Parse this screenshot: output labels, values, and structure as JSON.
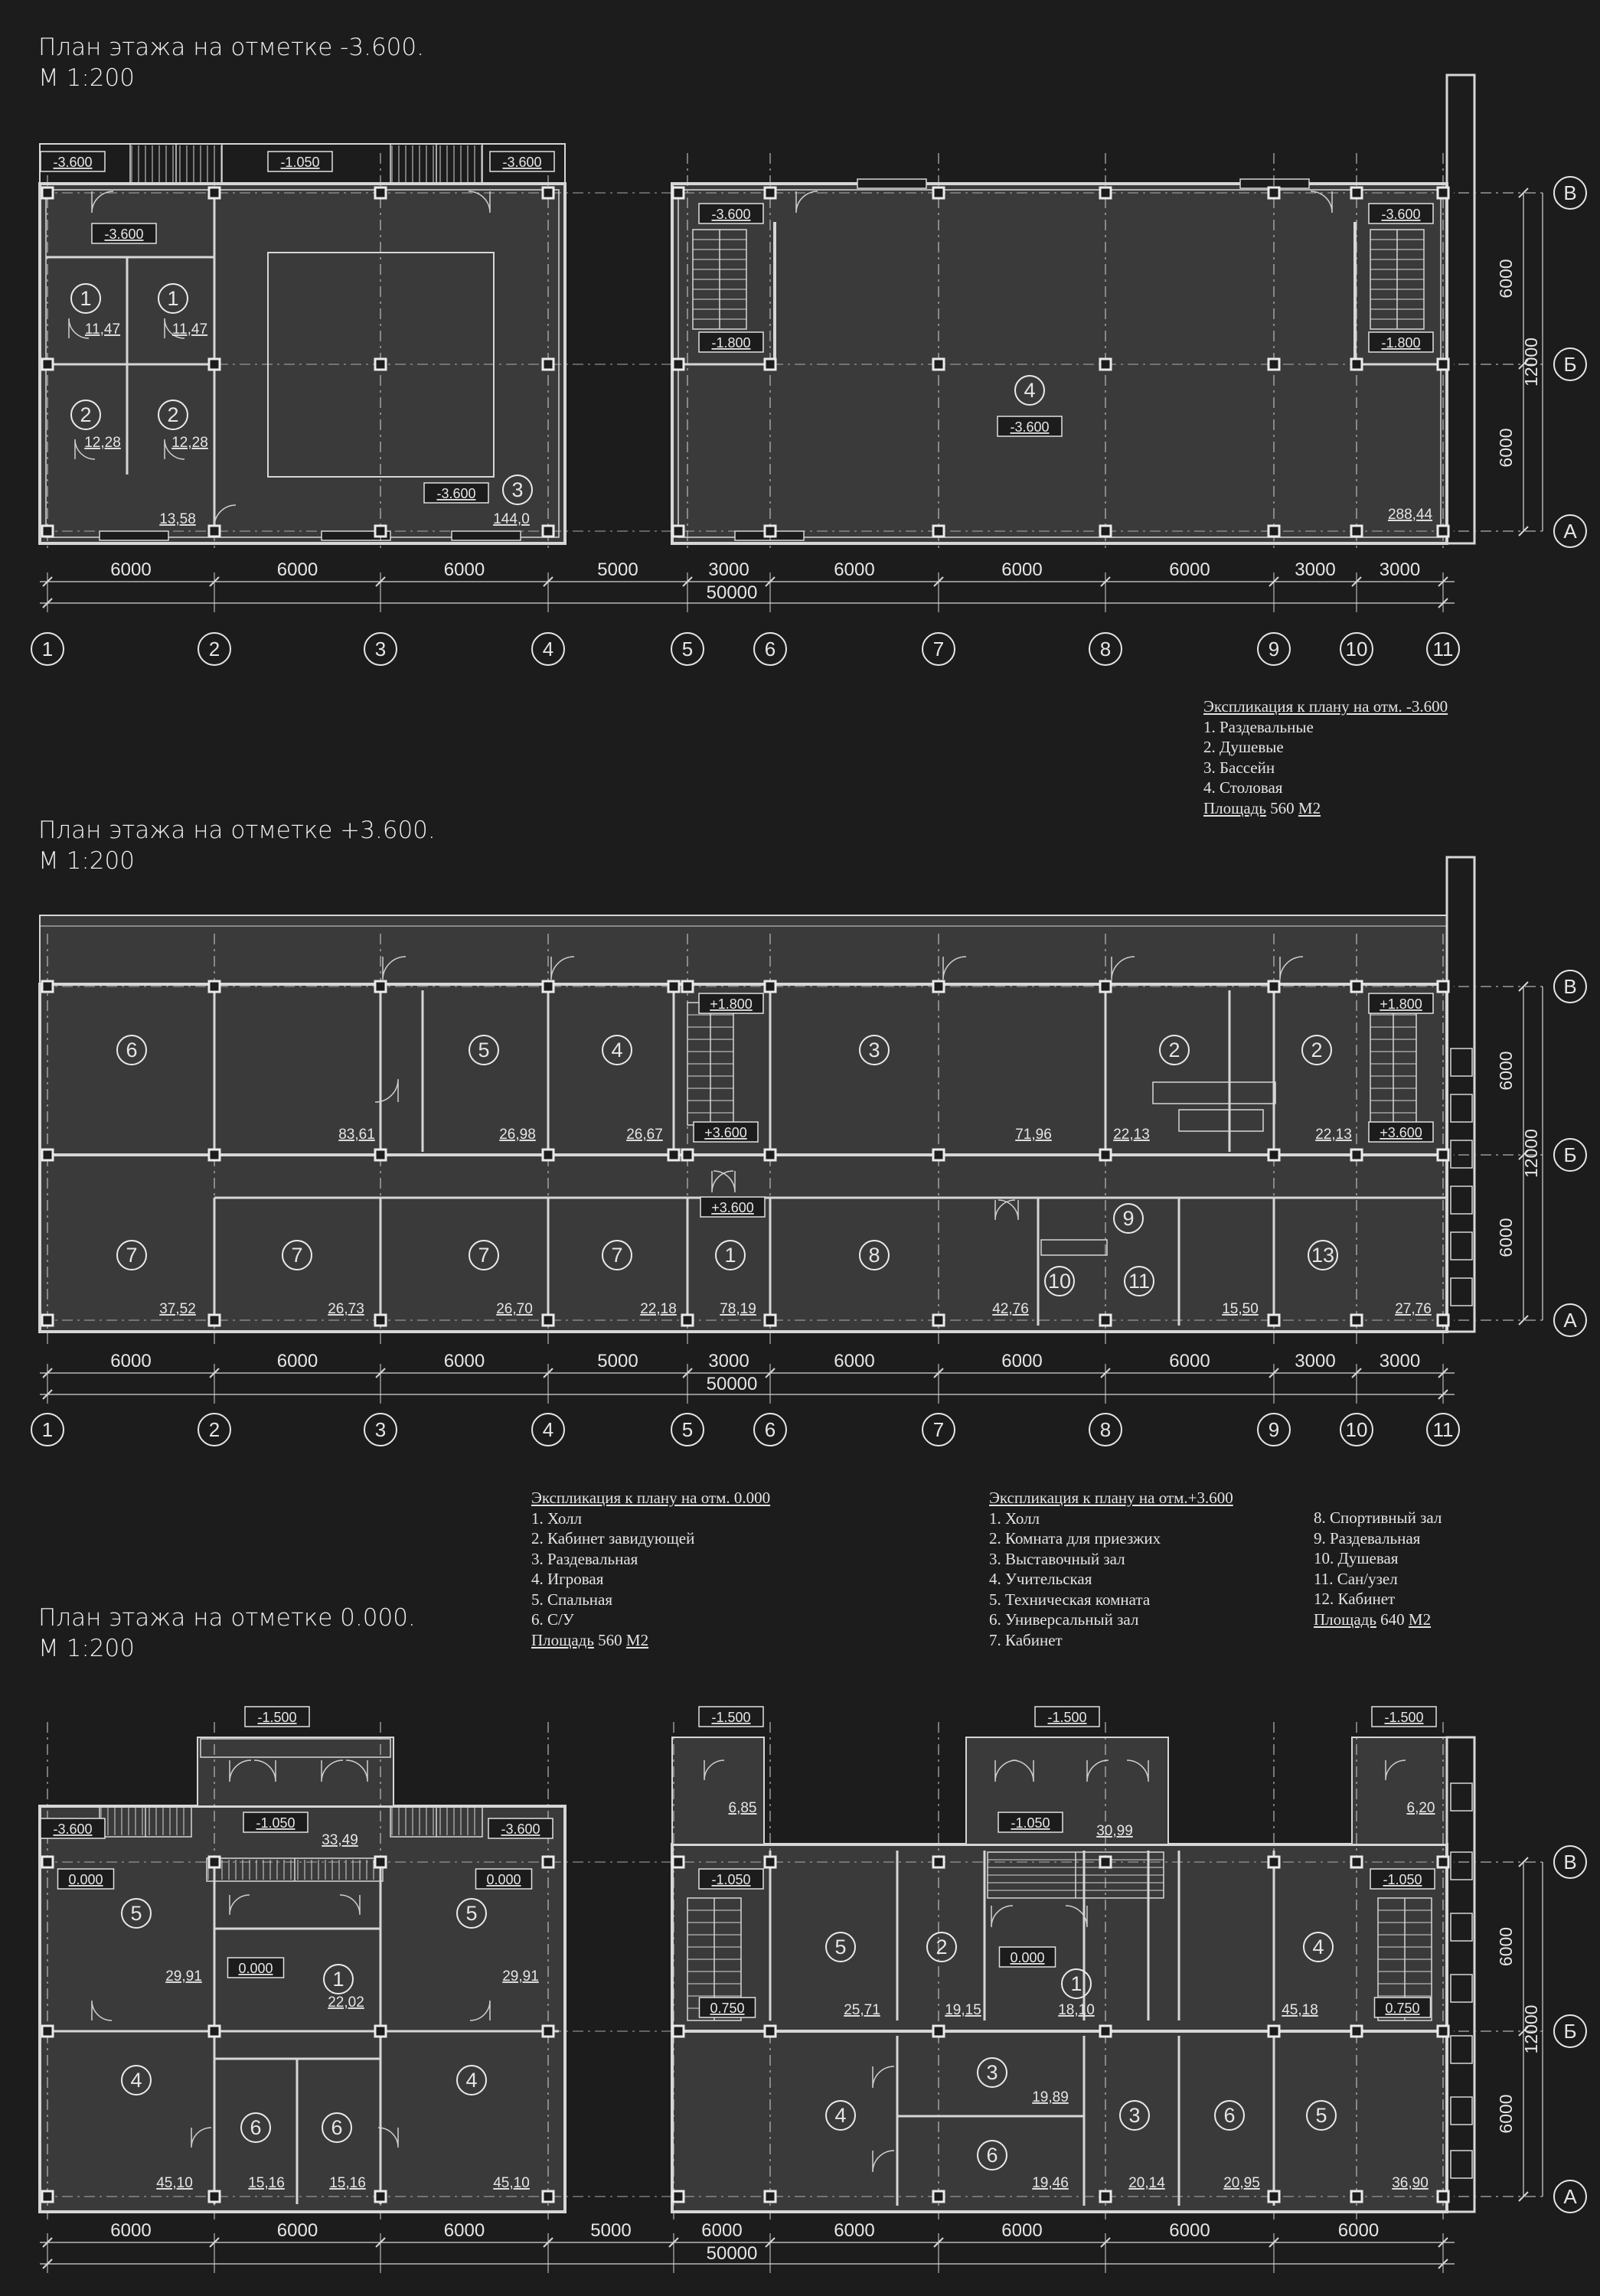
{
  "floors": [
    {
      "title": "План этажа на отметке -3.600.",
      "scale": "М 1:200",
      "elevations": [
        "-3.600",
        "-1.050",
        "-3.600",
        "-3.600",
        "-3.600",
        "-3.600",
        "-1.800",
        "-3.600",
        "-1.800",
        "-3.600"
      ],
      "room_numbers": [
        "1",
        "1",
        "2",
        "2",
        "3",
        "4"
      ],
      "areas": [
        "11,47",
        "11,47",
        "12,28",
        "12,28",
        "13,58",
        "144,0",
        "288,44"
      ],
      "dims_top": [
        "6000",
        "6000",
        "6000",
        "5000",
        "3000",
        "6000",
        "6000",
        "6000",
        "3000",
        "3000"
      ],
      "total": "50000",
      "side_dims": [
        "6000",
        "6000",
        "12000"
      ]
    },
    {
      "title": "План этажа на отметке +3.600.",
      "scale": "М 1:200",
      "elevations": [
        "+1.800",
        "+3.600",
        "+3.600",
        "+1.800",
        "+3.600"
      ],
      "room_numbers": [
        "6",
        "5",
        "4",
        "3",
        "2",
        "2",
        "7",
        "7",
        "7",
        "7",
        "1",
        "8",
        "9",
        "10",
        "11",
        "13"
      ],
      "areas": [
        "83,61",
        "26,98",
        "26,67",
        "71,96",
        "22,13",
        "22,13",
        "37,52",
        "26,73",
        "26,70",
        "22,18",
        "78,19",
        "42,76",
        "15,50",
        "27,76"
      ],
      "dims_top": [
        "6000",
        "6000",
        "6000",
        "5000",
        "3000",
        "6000",
        "6000",
        "6000",
        "3000",
        "3000"
      ],
      "total": "50000",
      "side_dims": [
        "6000",
        "6000",
        "12000"
      ]
    },
    {
      "title": "План этажа на отметке 0.000.",
      "scale": "М 1:200",
      "elevations": [
        "-1.500",
        "-1.500",
        "-1.500",
        "-1.500",
        "-3.600",
        "-1.050",
        "-3.600",
        "0.000",
        "0.000",
        "0.000",
        "-1.050",
        "-1.050",
        "0.000",
        "-1.050",
        "0.750",
        "0.750"
      ],
      "room_numbers": [
        "5",
        "5",
        "1",
        "4",
        "4",
        "6",
        "6",
        "5",
        "2",
        "1",
        "4",
        "3",
        "4",
        "3",
        "6",
        "6",
        "5"
      ],
      "areas": [
        "33,49",
        "29,91",
        "29,91",
        "22,02",
        "45,10",
        "15,16",
        "15,16",
        "45,10",
        "6,85",
        "30,99",
        "6,20",
        "25,71",
        "19,15",
        "18,10",
        "45,18",
        "19,89",
        "19,46",
        "20,14",
        "20,95",
        "36,90"
      ],
      "dims_top": [
        "6000",
        "6000",
        "6000",
        "5000",
        "6000",
        "6000",
        "6000",
        "6000",
        "6000"
      ],
      "total": "50000",
      "side_dims": [
        "6000",
        "6000",
        "12000"
      ]
    }
  ],
  "axes_numbers": [
    "1",
    "2",
    "3",
    "4",
    "5",
    "6",
    "7",
    "8",
    "9",
    "10",
    "11"
  ],
  "axes_letters": [
    "В",
    "Б",
    "А"
  ],
  "explications": {
    "minus": {
      "header": "Экспликация к плану на отм. -3.600",
      "items": [
        "1. Раздевальные",
        "2. Душевые",
        "3. Бассейн",
        "4. Столовая"
      ],
      "area_label": "Площадь",
      "area_value": "560",
      "area_unit": "М2"
    },
    "zero": {
      "header": "Экспликация к плану на отм. 0.000",
      "items": [
        "1. Холл",
        "2. Кабинет завидующей",
        "3. Раздевальная",
        "4. Игровая",
        "5. Спальная",
        "6. С/У"
      ],
      "area_label": "Площадь",
      "area_value": "560",
      "area_unit": "М2"
    },
    "plus": {
      "header": "Экспликация к плану на отм.+3.600",
      "items_left": [
        "1.  Холл",
        "2.  Комната для приезжих",
        "3.  Выставочный зал",
        "4.  Учительская",
        "5.  Техническая комната",
        "6.  Универсальный зал",
        "7.  Кабинет"
      ],
      "items_right": [
        "8.  Спортивный зал",
        "9.  Раздевальная",
        "10. Душевая",
        "11. Сан/узел",
        "12. Кабинет"
      ],
      "area_label": "Площадь",
      "area_value": "640",
      "area_unit": "М2"
    }
  }
}
